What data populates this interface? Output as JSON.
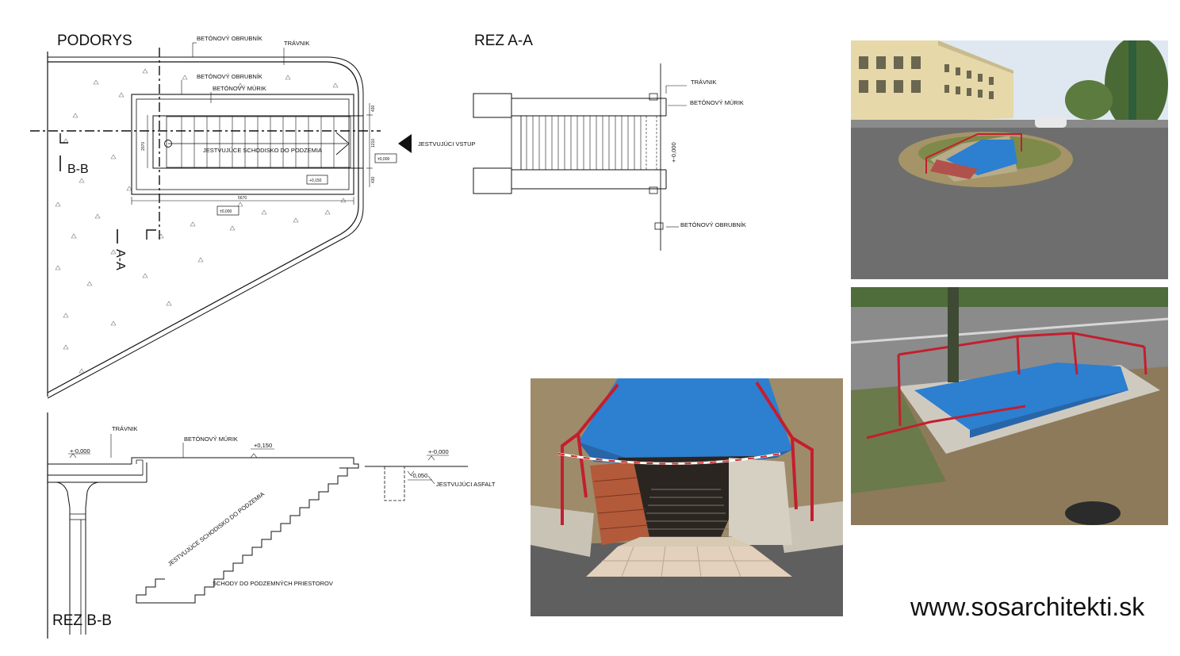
{
  "plan": {
    "title": "PODORYS",
    "obrubnik_top": "BETÓNOVÝ OBRUBNÍK",
    "travnik": "TRÁVNIK",
    "obrubnik_inner": "BETÓNOVÝ OBRUBNÍK",
    "murik": "BETÓNOVÝ MÚRIK",
    "stairs_label": "JESTVUJÚCE SCHODISKO DO PODZEMIA",
    "level_entry": "±0,000",
    "level_wall": "+0,150",
    "level_ground": "±0,000",
    "section_bb": "B-B",
    "section_aa": "A-A",
    "entrance": "JESTVUJÚCI VSTUP",
    "dim_width": "5670",
    "dim_depth": "2070",
    "dim_a": "430",
    "dim_b": "1210",
    "dim_c": "430"
  },
  "section_aa": {
    "title": "REZ A-A",
    "travnik": "TRÁVNIK",
    "murik": "BETÓNOVÝ MÚRIK",
    "obrubnik": "BETÓNOVÝ OBRUBNÍK",
    "level": "+-0,000"
  },
  "section_bb": {
    "title": "REZ B-B",
    "travnik": "TRÁVNIK",
    "murik": "BETÓNOVÝ MÚRIK",
    "level_left": "+-0,000",
    "level_wall": "+0,150",
    "level_right": "+-0,000",
    "level_asphalt": "-0,050",
    "asfalt": "JESTVUJÚCI ASFALT",
    "stairs_label": "JESTVUJÚCE SCHODISKO DO PODZEMIA",
    "stairs_below": "SCHODY DO PODZEMNÝCH PRIESTOROV"
  },
  "footer": {
    "url": "www.sosarchitekti.sk"
  },
  "colors": {
    "tarp": "#2d7fd0",
    "railing": "#c41e2e",
    "asphalt": "#6e6e6e",
    "building": "#e6d8a8"
  }
}
